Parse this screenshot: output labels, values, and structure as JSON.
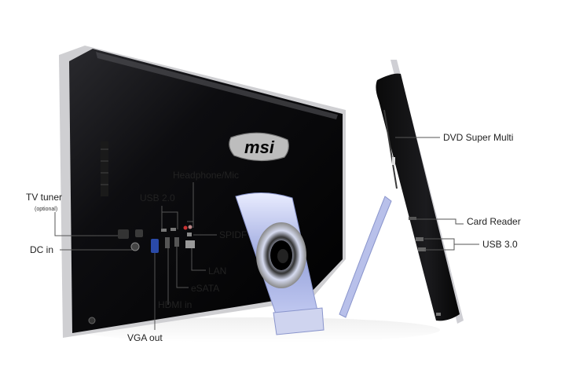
{
  "brand": {
    "logo": "msi"
  },
  "labels": {
    "tv_tuner": "TV tuner",
    "tv_tuner_note": "(optional)",
    "dc_in": "DC in",
    "usb2": "USB 2.0",
    "headphone_mic": "Headphone/Mic",
    "spdif": "SPIDF",
    "lan": "LAN",
    "esata": "eSATA",
    "hdmi_in": "HDMI in",
    "vga_out": "VGA out",
    "dvd": "DVD Super Multi",
    "card_reader": "Card Reader",
    "usb3": "USB 3.0"
  },
  "colors": {
    "body": "#0b0b0d",
    "bezel": "#d8d8d8",
    "stand": "#aeb8e6",
    "callout_line": "#555555"
  }
}
